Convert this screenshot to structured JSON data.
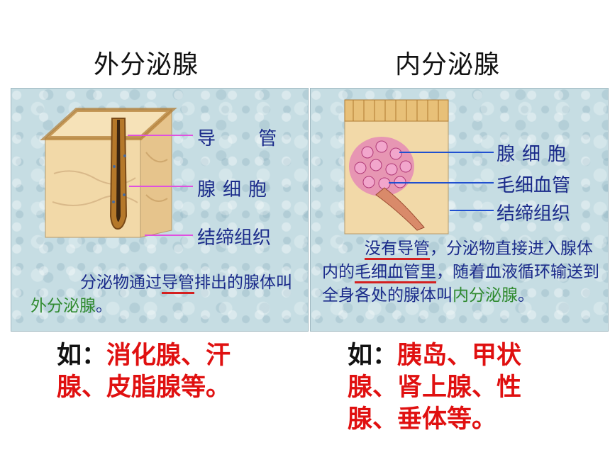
{
  "left": {
    "title": "外分泌腺",
    "labels": {
      "duct": "导 管",
      "gland_cell": "腺细胞",
      "connective": "结缔组织"
    },
    "desc": {
      "p1": "分泌物通过",
      "p2": "导管",
      "p3": "排出的",
      "p4": "腺体叫",
      "p5": "外分泌腺",
      "p6": "。"
    },
    "example": {
      "lead": "如：",
      "text": "消化腺、汗腺、皮脂腺等。"
    }
  },
  "right": {
    "title": "内分泌腺",
    "labels": {
      "gland_cell": "腺细胞",
      "capillary": "毛细血管",
      "connective": "结缔组织"
    },
    "desc": {
      "p1": "没有导管",
      "p2": "，分泌物直接进入腺体内的",
      "p3": "毛细血管里",
      "p4": "，随着血液循环输送到全身各处的腺体叫",
      "p5": "内分泌腺",
      "p6": "。"
    },
    "example": {
      "lead": "如：",
      "text": "胰岛、甲状腺、肾上腺、性腺、垂体等。"
    }
  },
  "colors": {
    "accent_red": "#e01010",
    "label_blue": "#1a2a8a",
    "highlight_green": "#2f8a2f",
    "panel_bg": "#c6dde3",
    "leader_pink": "#e050e0",
    "leader_blue": "#2050d0"
  }
}
